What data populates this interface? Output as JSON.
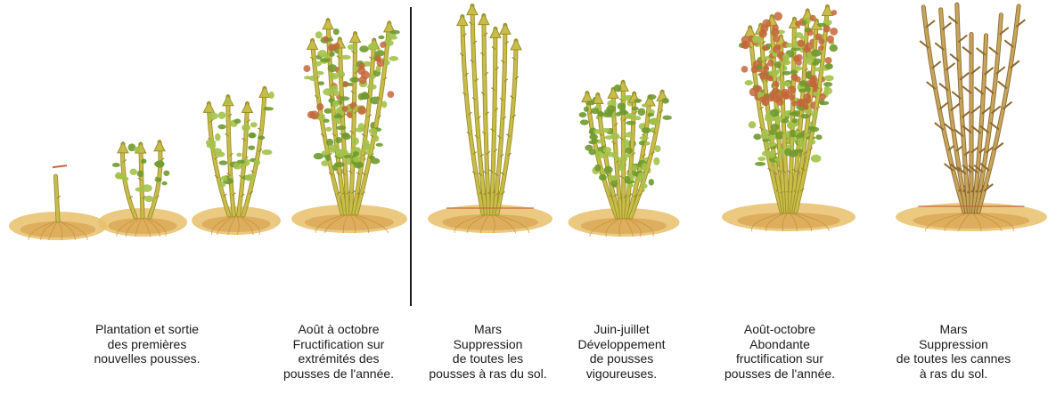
{
  "colors": {
    "cane": "#c9bd4a",
    "cane_dark": "#9a8e2a",
    "old_cane": "#c7a55a",
    "old_cane_dark": "#8c6a30",
    "leaf": "#a3c24a",
    "leaf_dark": "#6f9a2e",
    "berry": "#c4663a",
    "soil": "#e9bf6a",
    "soil_dark": "#c98f36",
    "divider": "#1a1a1a"
  },
  "stages": [
    {
      "id": "planting",
      "caption": [
        "Plantation et sortie",
        "des premières",
        "nouvelles pousses."
      ],
      "canes": 1,
      "height": 0.15,
      "leaves": 0,
      "berries": 0,
      "old": false
    },
    {
      "id": "first-shoots",
      "caption": [],
      "canes": 3,
      "height": 0.28,
      "leaves": 2,
      "berries": 0,
      "old": false
    },
    {
      "id": "growth",
      "caption": [],
      "canes": 4,
      "height": 0.44,
      "leaves": 2,
      "berries": 0,
      "old": false
    },
    {
      "id": "autumn-fruiting",
      "caption": [
        "Août à octobre",
        "Fructification sur",
        "extrémités des",
        "pousses de l'année."
      ],
      "canes": 6,
      "height": 0.92,
      "leaves": 3,
      "berries": 1,
      "old": false
    },
    {
      "id": "march-cut",
      "caption": [
        "Mars",
        "Suppression",
        "de toutes les",
        "pousses à ras du sol."
      ],
      "canes": 6,
      "height": 0.98,
      "leaves": 0,
      "berries": 0,
      "old": false
    },
    {
      "id": "june-july",
      "caption": [
        "Juin-juillet",
        "Développement",
        "de pousses",
        "vigoureuses."
      ],
      "canes": 7,
      "height": 0.66,
      "leaves": 3,
      "berries": 0,
      "old": false
    },
    {
      "id": "august-october",
      "caption": [
        "Août-octobre",
        "Abondante",
        "fructification sur",
        "pousses de l'année."
      ],
      "canes": 8,
      "height": 1.0,
      "leaves": 3,
      "berries": 3,
      "old": false
    },
    {
      "id": "march-final",
      "caption": [
        "Mars",
        "Suppression",
        "de toutes les cannes",
        "à ras du sol."
      ],
      "canes": 7,
      "height": 1.0,
      "leaves": 0,
      "berries": 0,
      "old": true
    }
  ]
}
